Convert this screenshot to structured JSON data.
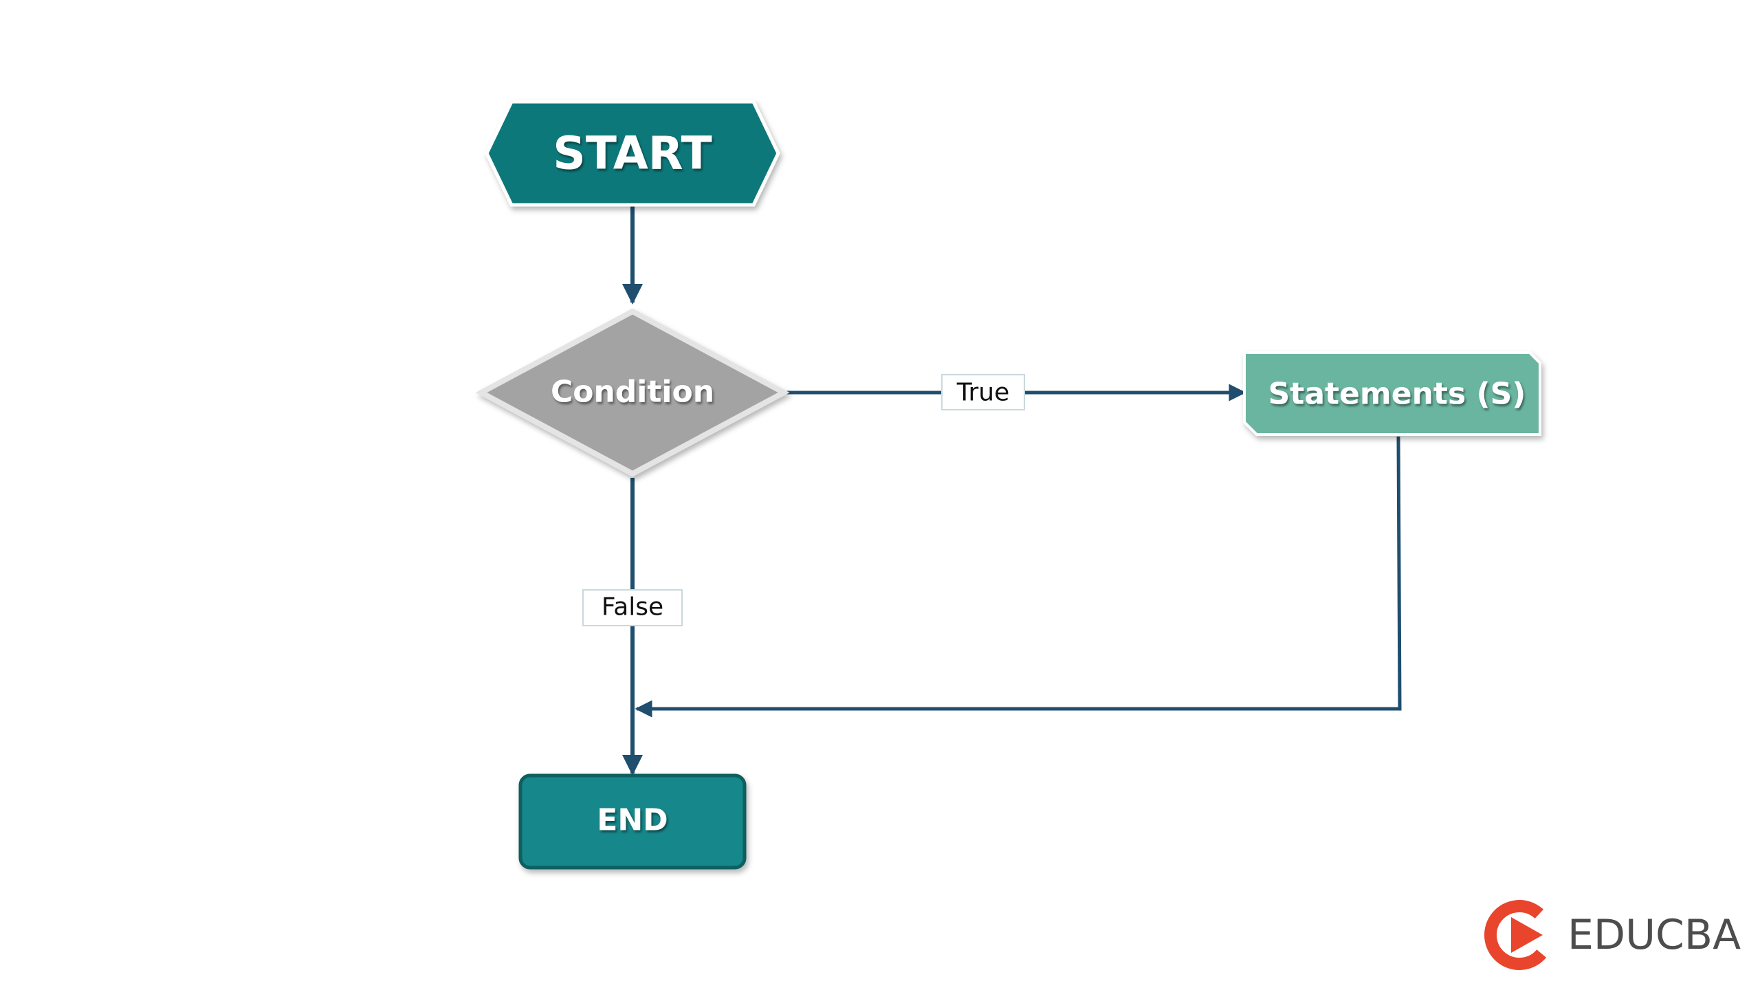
{
  "colors": {
    "start_fill": "#11787a",
    "decision_fill": "#a3a3a3",
    "process_fill": "#6ab5a0",
    "end_fill": "#14878a",
    "connector": "#1f4e6e",
    "label_border": "#c9d9dc",
    "logo_accent": "#e8452c",
    "logo_text": "#4d4d4d"
  },
  "nodes": {
    "start": {
      "label": "START"
    },
    "condition": {
      "label": "Condition"
    },
    "statements": {
      "label": "Statements (S)"
    },
    "end": {
      "label": "END"
    }
  },
  "edges": {
    "true_label": "True",
    "false_label": "False"
  },
  "logo": {
    "text": "EDUCBA",
    "icon": "educba-play-icon"
  }
}
